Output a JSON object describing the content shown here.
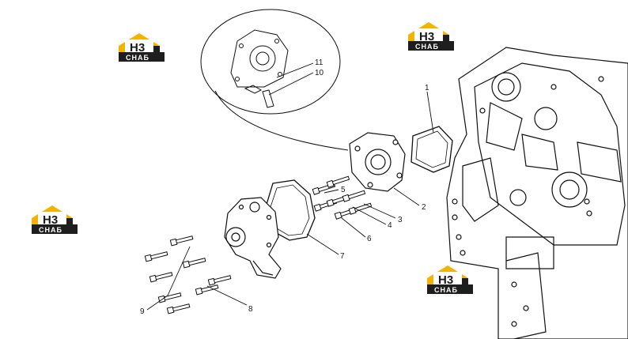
{
  "brand": {
    "logo_mark": "H3",
    "logo_caption": "CHAБ",
    "colors": {
      "house": "#f2b400",
      "label_bg": "#1e1e1e",
      "text": "#1a1a1a"
    },
    "logo_count": 4
  },
  "callouts": [
    {
      "id": "11",
      "label": "11"
    },
    {
      "id": "10",
      "label": "10"
    },
    {
      "id": "1",
      "label": "1"
    },
    {
      "id": "5",
      "label": "5"
    },
    {
      "id": "2",
      "label": "2"
    },
    {
      "id": "3",
      "label": "3"
    },
    {
      "id": "4",
      "label": "4"
    },
    {
      "id": "6",
      "label": "6"
    },
    {
      "id": "7",
      "label": "7"
    },
    {
      "id": "8",
      "label": "8"
    },
    {
      "id": "9",
      "label": "9"
    }
  ]
}
